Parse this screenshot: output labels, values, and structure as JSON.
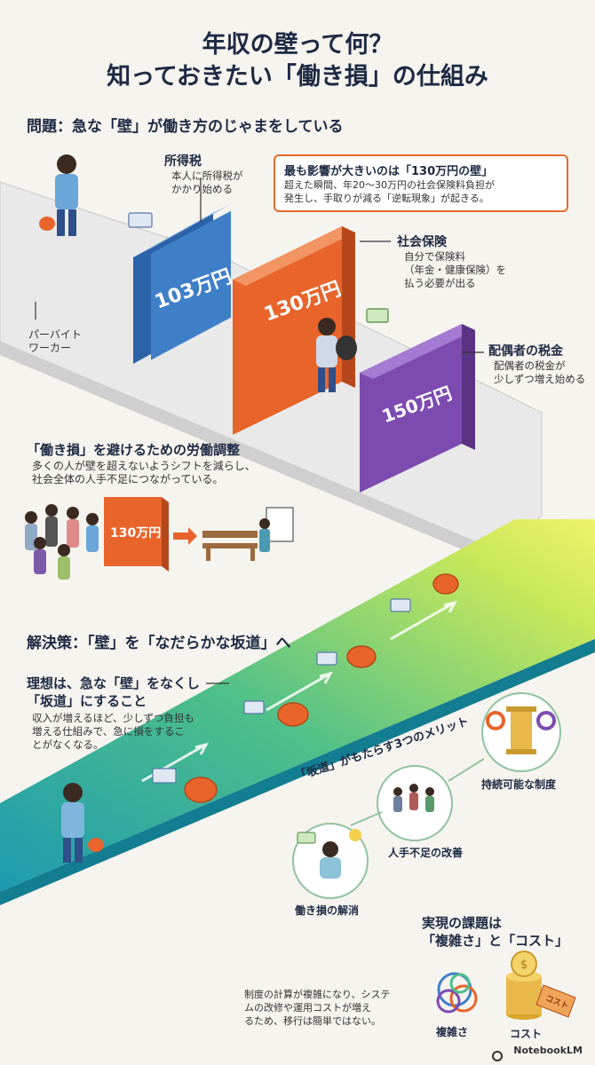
{
  "header": {
    "title_line1": "年収の壁って何？",
    "title_line2": "知っておきたい「働き損」の仕組み"
  },
  "problem": {
    "heading": "問題：急な「壁」が働き方のじゃまをしている",
    "worker_label": "パーバイト\nワーカー",
    "walls": [
      {
        "label": "103万円",
        "color": "#3f7fc8"
      },
      {
        "label": "130万円",
        "color": "#e8642a"
      },
      {
        "label": "150万円",
        "color": "#7d4bb0"
      }
    ],
    "income_tax": {
      "title": "所得税",
      "body": "本人に所得税が\nかかり始める"
    },
    "callout": {
      "title": "最も影響が大きいのは「130万円の壁」",
      "body": "超えた瞬間、年20～30万円の社会保険料負担が\n発生し、手取りが減る「逆転現象」が起きる。"
    },
    "social_insurance": {
      "title": "社会保険",
      "body": "自分で保険料\n（年金・健康保険）を\n払う必要が出る"
    },
    "spouse_tax": {
      "title": "配偶者の税金",
      "body": "配偶者の税金が\n少しずつ増え始める"
    }
  },
  "adjustment": {
    "heading": "「働き損」を避けるための労働調整",
    "body": "多くの人が壁を超えないようシフトを減らし、\n社会全体の人手不足につながっている。",
    "wall_label": "130万円"
  },
  "solution": {
    "heading": "解決策：「壁」を「なだらかな坂道」へ",
    "ideal_title": "理想は、急な「壁」をなくし\n「坂道」にすること",
    "ideal_body": "収入が増えるほど、少しずつ負担も\n増える仕組みで、急に損をするこ\nとがなくなる。"
  },
  "merits": {
    "heading": "「坂道」がもたらす3つのメリット",
    "items": [
      "働き損の解消",
      "人手不足の改善",
      "持続可能な制度"
    ]
  },
  "challenges": {
    "heading": "実現の課題は\n「複雑さ」と「コスト」",
    "body": "制度の計算が複雑になり、システ\nムの改修や運用コストが増え\nるため、移行は簡単ではない。",
    "items": [
      "複雑さ",
      "コスト"
    ],
    "tag_text": "コスト"
  },
  "brand": "NotebookLM",
  "colors": {
    "accent": "#e8642a",
    "navy": "#1e2a44",
    "blue": "#3f7fc8",
    "purple": "#7d4bb0"
  }
}
